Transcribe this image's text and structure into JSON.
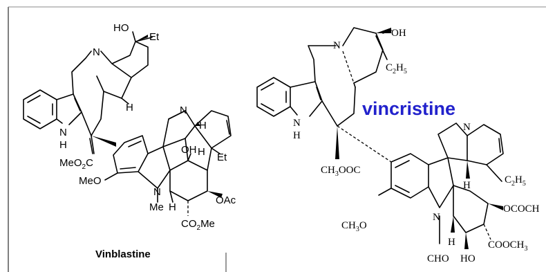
{
  "colors": {
    "ink": "#000000",
    "frame": "#555555",
    "vincristine_label": "#2222cc"
  },
  "left": {
    "name": "Vinblastine",
    "labels": {
      "ho": "HO",
      "et_top": "Et",
      "n_top": "N",
      "h_mid": "H",
      "nh_n": "N",
      "nh_h": "H",
      "meo2c": "MeO",
      "meo2c_2": "2",
      "meo2c_c": "C",
      "meo": "MeO",
      "n_right": "N",
      "h_right": "H",
      "oh": "OH",
      "h_oh": "H",
      "et_right": "Et",
      "n_low": "N",
      "me": "Me",
      "h_low": "H",
      "oac": "OAc",
      "co2me_co": "CO",
      "co2me_2": "2",
      "co2me_me": "Me"
    }
  },
  "right": {
    "name": "vincristine",
    "labels": {
      "n_top": "N",
      "oh_top": "OH",
      "c2h5_c": "C",
      "c2h5_2": "2",
      "c2h5_h": "H",
      "c2h5_5": "5",
      "nh_n": "N",
      "nh_h": "H",
      "ch3ooc_ch": "CH",
      "ch3ooc_3": "3",
      "ch3ooc_ooc": "OOC",
      "n_right": "N",
      "h_mid": "H",
      "c2h5b_c": "C",
      "c2h5b_2": "2",
      "c2h5b_h": "H",
      "c2h5b_5": "5",
      "ch3o_ch": "CH",
      "ch3o_3": "3",
      "ch3o_o": "O",
      "n_low": "N",
      "h_low": "H",
      "ococh": "OCOCH",
      "cho": "CHO",
      "ho": "HO",
      "cooch3_cooch": "COOCH",
      "cooch3_3": "3"
    }
  }
}
